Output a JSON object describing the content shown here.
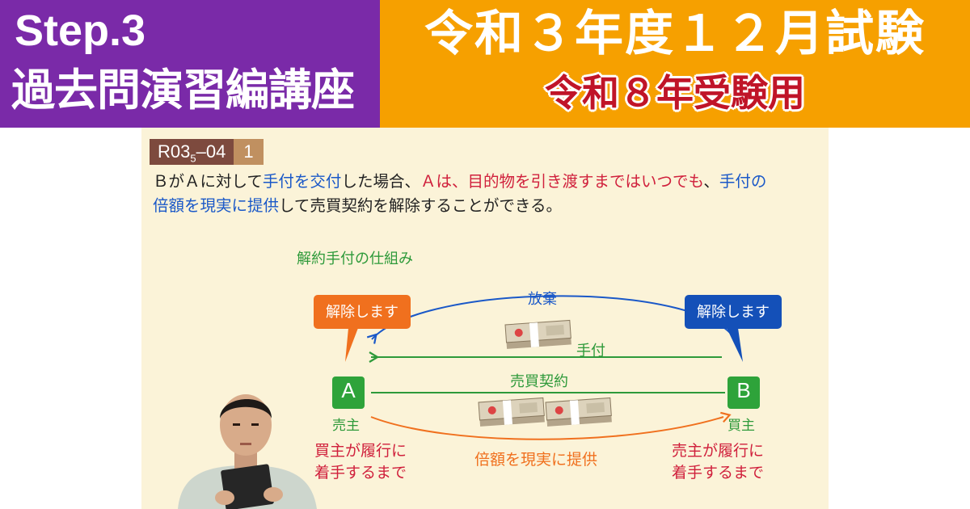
{
  "header": {
    "step": "Step.3",
    "course": "過去問演習編講座",
    "exam_title": "令和３年度１２月試験",
    "exam_sub": "令和８年受験用"
  },
  "question": {
    "code_main": "R03",
    "code_sub": "5",
    "code_tail": "–04",
    "number": "1",
    "seg1": "ＢがＡに対して",
    "seg2": "手付を交付",
    "seg3": "した場合、",
    "seg4": "Ａは、目的物を引き渡すまではいつでも",
    "seg5": "、",
    "seg6": "手付の",
    "seg7": "倍額を現実に提供",
    "seg8": "して売買契約を解除することができる。"
  },
  "diagram": {
    "title": "解約手付の仕組み",
    "bubble_a": "解除します",
    "bubble_b": "解除します",
    "label_abandon": "放棄",
    "label_deposit": "手付",
    "label_contract": "売買契約",
    "party_a": "A",
    "party_b": "B",
    "role_a": "売主",
    "role_b": "買主",
    "cond_a_line1": "買主が履行に",
    "cond_a_line2": "着手するまで",
    "label_double": "倍額を現実に提供",
    "cond_b_line1": "売主が履行に",
    "cond_b_line2": "着手するまで"
  },
  "colors": {
    "purple": "#7a2aa8",
    "orange": "#f6a000",
    "red_title": "#c01428",
    "blue": "#1a58c8",
    "green": "#2e9a3a",
    "dark_orange": "#f0701e",
    "party_green": "#2ea33a"
  }
}
